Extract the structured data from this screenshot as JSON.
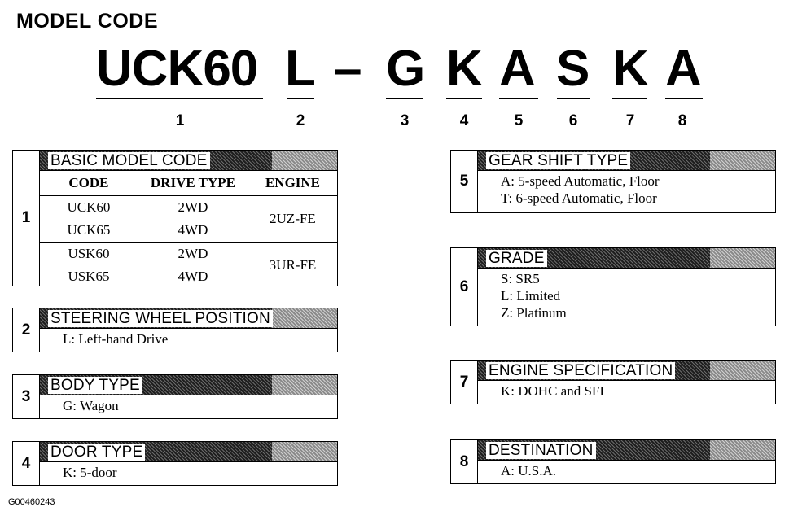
{
  "title": "MODEL CODE",
  "model_code": {
    "segments": [
      {
        "text": "UCK60",
        "num": "1"
      },
      {
        "text": "L",
        "num": "2"
      },
      {
        "text": "G",
        "num": "3"
      },
      {
        "text": "K",
        "num": "4"
      },
      {
        "text": "A",
        "num": "5"
      },
      {
        "text": "S",
        "num": "6"
      },
      {
        "text": "K",
        "num": "7"
      },
      {
        "text": "A",
        "num": "8"
      }
    ],
    "dash": "–"
  },
  "sections": {
    "s1": {
      "num": "1",
      "title": "BASIC MODEL CODE",
      "headers": [
        "CODE",
        "DRIVE TYPE",
        "ENGINE"
      ],
      "rows": [
        {
          "code": "UCK60",
          "drive": "2WD"
        },
        {
          "code": "UCK65",
          "drive": "4WD"
        },
        {
          "code": "USK60",
          "drive": "2WD"
        },
        {
          "code": "USK65",
          "drive": "4WD"
        }
      ],
      "engines": [
        "2UZ-FE",
        "3UR-FE"
      ]
    },
    "s2": {
      "num": "2",
      "title": "STEERING WHEEL POSITION",
      "lines": [
        "L: Left-hand Drive"
      ]
    },
    "s3": {
      "num": "3",
      "title": "BODY TYPE",
      "lines": [
        "G: Wagon"
      ]
    },
    "s4": {
      "num": "4",
      "title": "DOOR TYPE",
      "lines": [
        "K: 5-door"
      ]
    },
    "s5": {
      "num": "5",
      "title": "GEAR SHIFT TYPE",
      "lines": [
        "A: 5-speed Automatic, Floor",
        "T: 6-speed Automatic, Floor"
      ]
    },
    "s6": {
      "num": "6",
      "title": "GRADE",
      "lines": [
        "S: SR5",
        "L: Limited",
        "Z: Platinum"
      ]
    },
    "s7": {
      "num": "7",
      "title": "ENGINE SPECIFICATION",
      "lines": [
        "K: DOHC and SFI"
      ]
    },
    "s8": {
      "num": "8",
      "title": "DESTINATION",
      "lines": [
        "A: U.S.A."
      ]
    }
  },
  "figure_id": "G00460243"
}
